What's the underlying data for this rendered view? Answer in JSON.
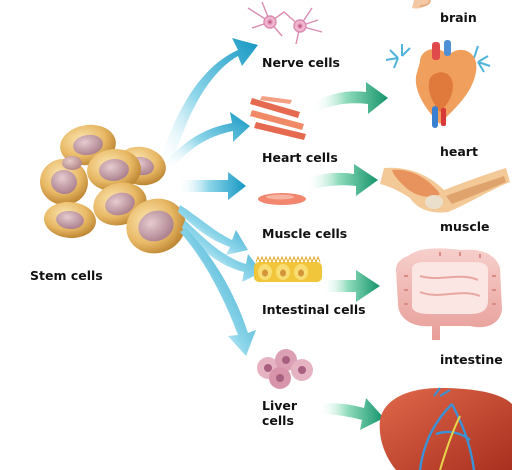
{
  "labels": {
    "stem": "Stem cells",
    "nerve": "Nerve cells",
    "heart_cells": "Heart cells",
    "muscle_cells": "Muscle cells",
    "intestinal": "Intestinal cells",
    "liver_cells": "Liver cells",
    "brain": "brain",
    "heart": "heart",
    "muscle": "muscle",
    "intestine": "intestine"
  },
  "colors": {
    "arrow_blue": "#1fa3c9",
    "arrow_green": "#1ea37a",
    "stem_cell": "#e4b463",
    "nucleus": "#c9a2ac"
  }
}
